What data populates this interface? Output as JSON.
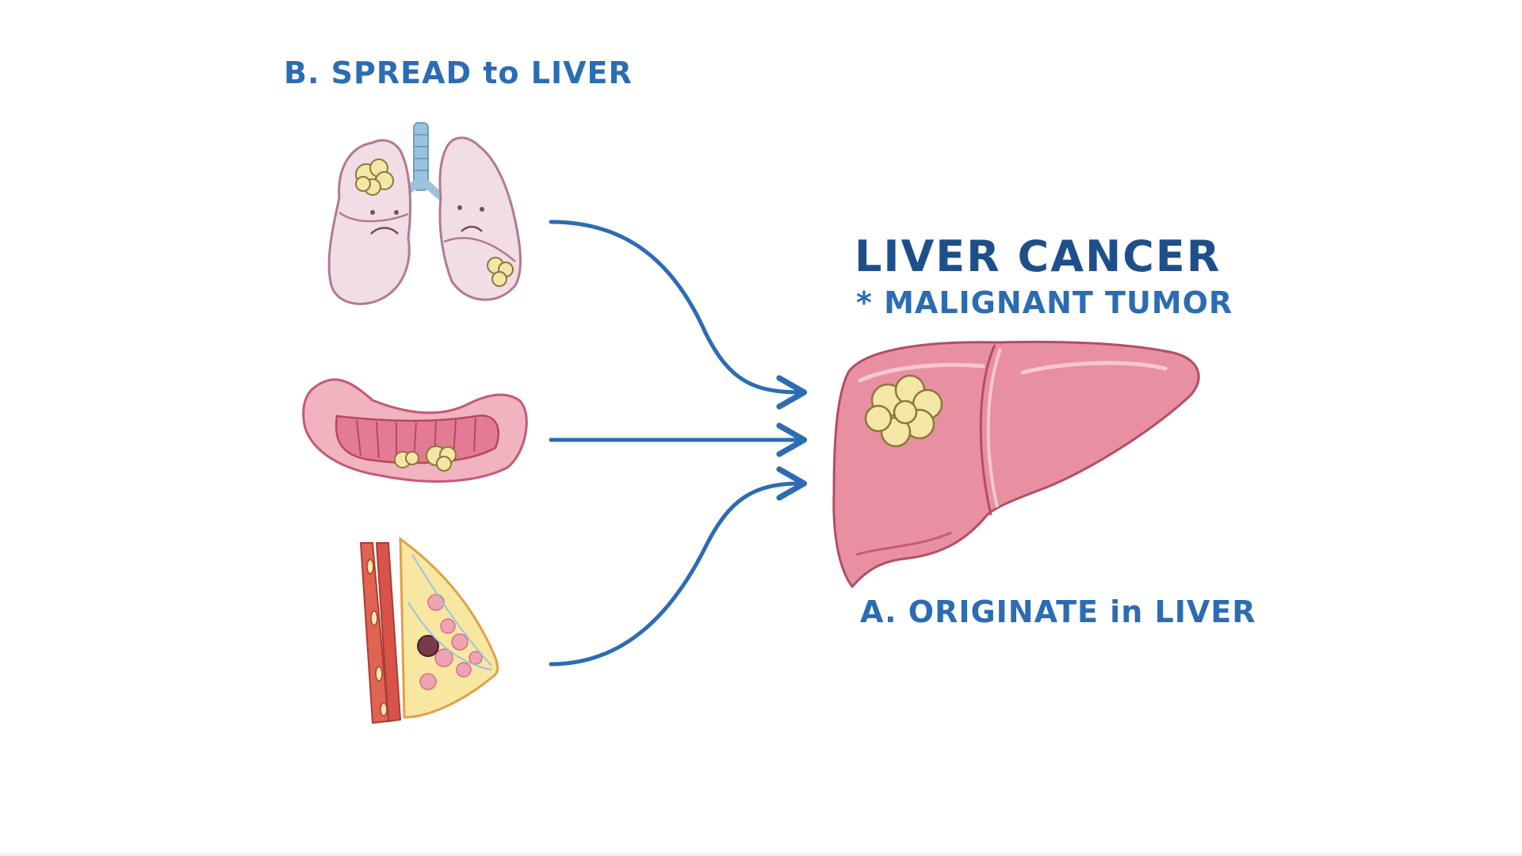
{
  "labels": {
    "spread": "B. SPREAD to LIVER",
    "title": "LIVER CANCER",
    "subtitle": "* MALIGNANT TUMOR",
    "origin": "A. ORIGINATE in LIVER"
  },
  "colors": {
    "label_blue": "#2c6cb3",
    "title_blue": "#1f4f8a",
    "arrow_blue": "#2c6cb3",
    "liver_pink": "#e58a9c",
    "tumor_yellow": "#f3e6a6"
  },
  "icons": [
    "lungs-icon",
    "colon-icon",
    "breast-icon",
    "liver-icon",
    "arrow-icon"
  ]
}
